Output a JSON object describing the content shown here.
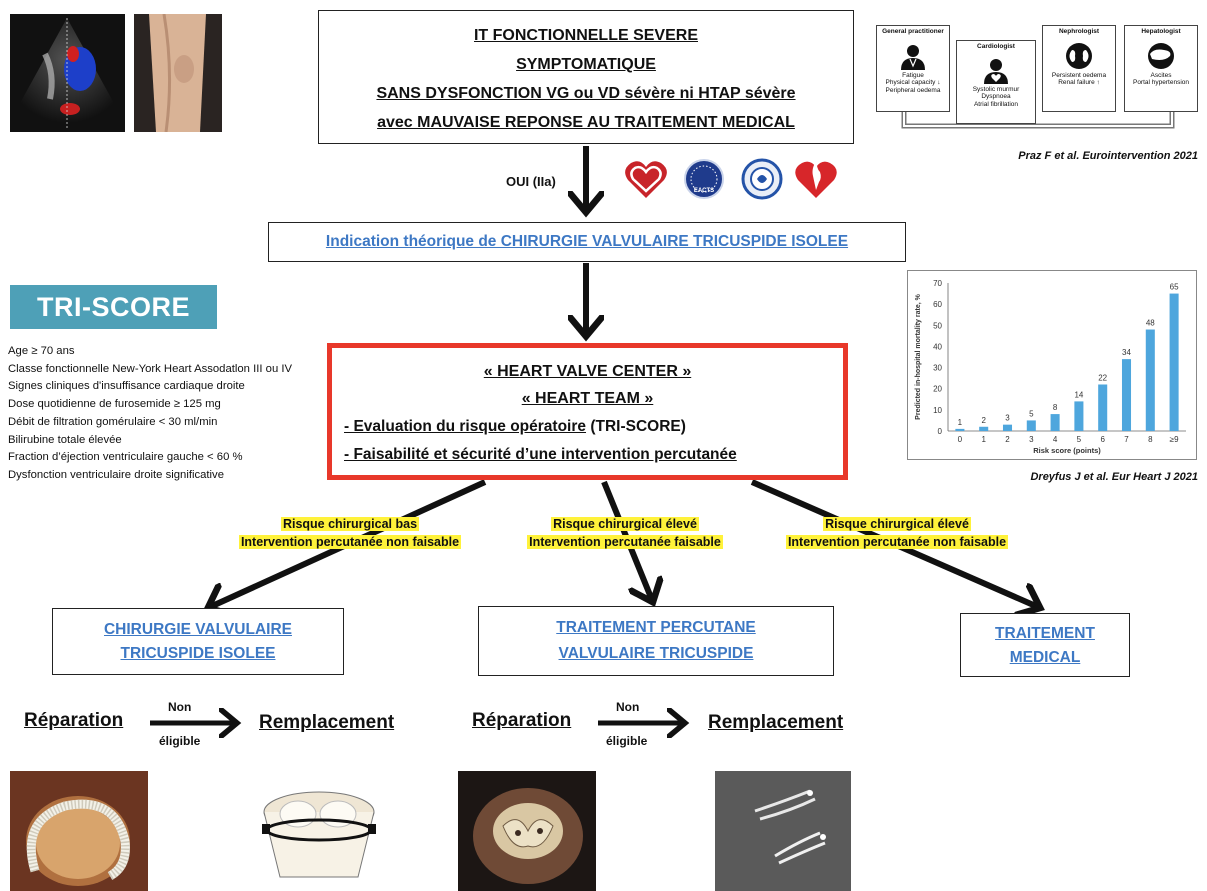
{
  "top_box": {
    "line1": "IT FONCTIONNELLE SEVERE",
    "line2": "SYMPTOMATIQUE",
    "line3": "SANS DYSFONCTION VG ou VD sévère ni HTAP sévère",
    "line4": "avec MAUVAISE REPONSE AU TRAITEMENT MEDICAL"
  },
  "oui_label": "OUI (IIa)",
  "indication": "Indication théorique de CHIRURGIE VALVULAIRE TRICUSPIDE ISOLEE",
  "heart_center": {
    "line1": "« HEART VALVE CENTER »",
    "line2": "« HEART TEAM »",
    "item1_a": "- Evaluation du risque opératoire",
    "item1_b": " (TRI-SCORE)",
    "item2": "- Faisabilité et sécurité d’une intervention percutanée"
  },
  "triscore": {
    "title": "TRI-SCORE",
    "criteria": [
      "Age ≥ 70 ans",
      "Classe fonctionnelle New-York Heart Assodatlon III ou IV",
      "Signes cliniques d'insuffisance cardiaque droite",
      "Dose quotidienne de furosemide ≥ 125 mg",
      "Débit de filtration gomérulaire < 30 ml/min",
      "Bilirubine totale élevée",
      "Fraction d’éjection ventriculaire gauche < 60 %",
      "Dysfonction ventriculaire droite significative"
    ]
  },
  "branches": {
    "left": [
      "Risque chirurgical bas",
      "Intervention percutanée non faisable"
    ],
    "middle": [
      "Risque chirurgical élevé",
      "Intervention percutanée faisable"
    ],
    "right": [
      "Risque chirurgical élevé",
      "Intervention percutanée non faisable"
    ]
  },
  "outcomes": {
    "left": [
      "CHIRURGIE VALVULAIRE",
      "TRICUSPIDE ISOLEE"
    ],
    "middle": [
      "TRAITEMENT PERCUTANE",
      "VALVULAIRE TRICUSPIDE"
    ],
    "right": [
      "TRAITEMENT",
      "MEDICAL"
    ]
  },
  "repair_rows": [
    {
      "left": "Réparation",
      "top": "Non",
      "bottom": "éligible",
      "right": "Remplacement"
    },
    {
      "left": "Réparation",
      "top": "Non",
      "bottom": "éligible",
      "right": "Remplacement"
    }
  ],
  "specialists": [
    {
      "title": "General practitioner",
      "lines": [
        "Fatigue",
        "Physical capacity ↓",
        "Peripheral oedema"
      ]
    },
    {
      "title": "Cardiologist",
      "lines": [
        "Systolic murmur",
        "Dyspnoea",
        "Atrial fibrillation"
      ]
    },
    {
      "title": "Nephrologist",
      "lines": [
        "Persistent oedema",
        "Renal failure ↑"
      ]
    },
    {
      "title": "Hepatologist",
      "lines": [
        "Ascites",
        "Portal hypertension"
      ]
    }
  ],
  "citations": {
    "praz": "Praz F et al. Eurointervention 2021",
    "dreyfus": "Dreyfus J et al. Eur Heart J 2021"
  },
  "society_logos": [
    "heart-society-icon",
    "eacts-icon",
    "society-seal-icon",
    "aha-torch-icon"
  ],
  "logo_text": {
    "eacts": "EACTS"
  },
  "colors": {
    "accent_red": "#e8382a",
    "link_blue": "#3d78c4",
    "highlight": "#fff23a",
    "bar_blue": "#4ea6dd",
    "triscore_bg": "#4ea0b7"
  },
  "chart_data": {
    "type": "bar",
    "categories": [
      "0",
      "1",
      "2",
      "3",
      "4",
      "5",
      "6",
      "7",
      "8",
      "≥9"
    ],
    "values": [
      1,
      2,
      3,
      5,
      8,
      14,
      22,
      34,
      48,
      65
    ],
    "xlabel": "Risk score (points)",
    "ylabel": "Predicted in-hospital mortality rate, %",
    "ylim": [
      0,
      70
    ],
    "yticks": [
      "0",
      "10",
      "20",
      "30",
      "40",
      "50",
      "60",
      "70"
    ],
    "grid": false
  }
}
